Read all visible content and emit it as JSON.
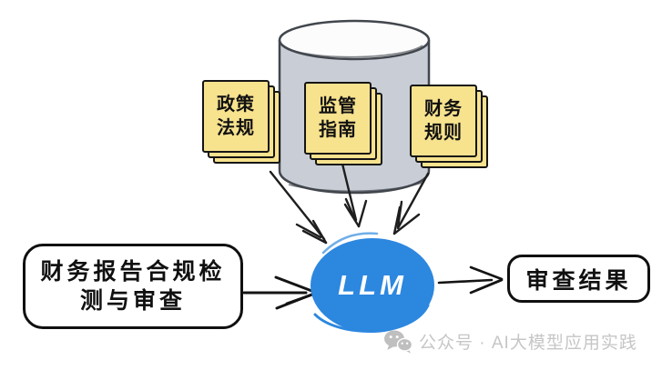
{
  "diagram": {
    "knowledge_cards": [
      {
        "lines": [
          "政策",
          "法规"
        ]
      },
      {
        "lines": [
          "监管",
          "指南"
        ]
      },
      {
        "lines": [
          "财务",
          "规则"
        ]
      }
    ],
    "task_box": {
      "lines": [
        "财务报告合规检",
        "测与审查"
      ]
    },
    "llm_node": {
      "label": "LLM"
    },
    "result_box": {
      "label": "审查结果"
    },
    "footer": {
      "text": "公众号 · AI大模型应用实践"
    },
    "icons": {
      "database": "database-cylinder-icon",
      "wechat": "wechat-icon"
    },
    "colors": {
      "card_fill": "#F7E28E",
      "cylinder_fill": "#C9CED6",
      "cylinder_top_fill": "#FCFCFD",
      "outline": "#151515",
      "llm_fill": "#2C87DF",
      "watermark_gray": "#C6C6C6"
    }
  }
}
